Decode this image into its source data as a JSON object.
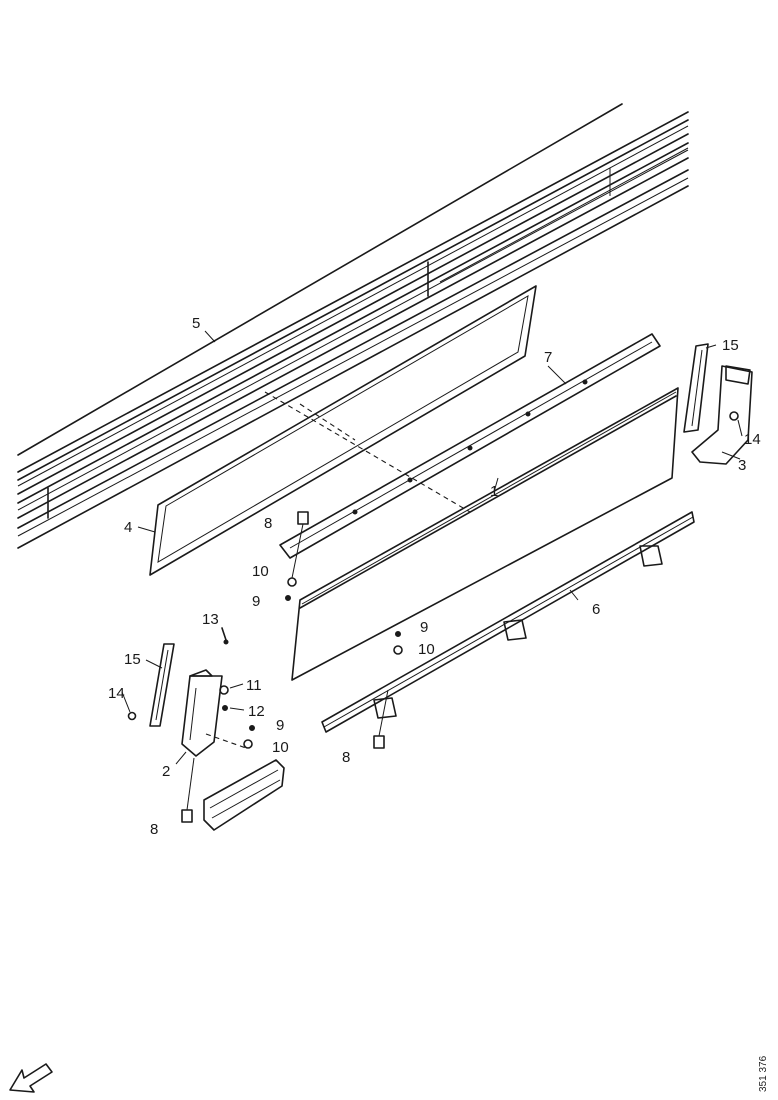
{
  "callouts": {
    "c1": "1",
    "c2": "2",
    "c3": "3",
    "c4": "4",
    "c5": "5",
    "c6": "6",
    "c7": "7",
    "c8a": "8",
    "c8b": "8",
    "c8c": "8",
    "c9a": "9",
    "c9b": "9",
    "c9c": "9",
    "c10a": "10",
    "c10b": "10",
    "c10c": "10",
    "c11": "11",
    "c12": "12",
    "c13": "13",
    "c14a": "14",
    "c14b": "14",
    "c15a": "15",
    "c15b": "15"
  },
  "reference_code": "351 376",
  "line_color": "#1a1a1a",
  "direction_icon": "arrow-down-left-icon"
}
